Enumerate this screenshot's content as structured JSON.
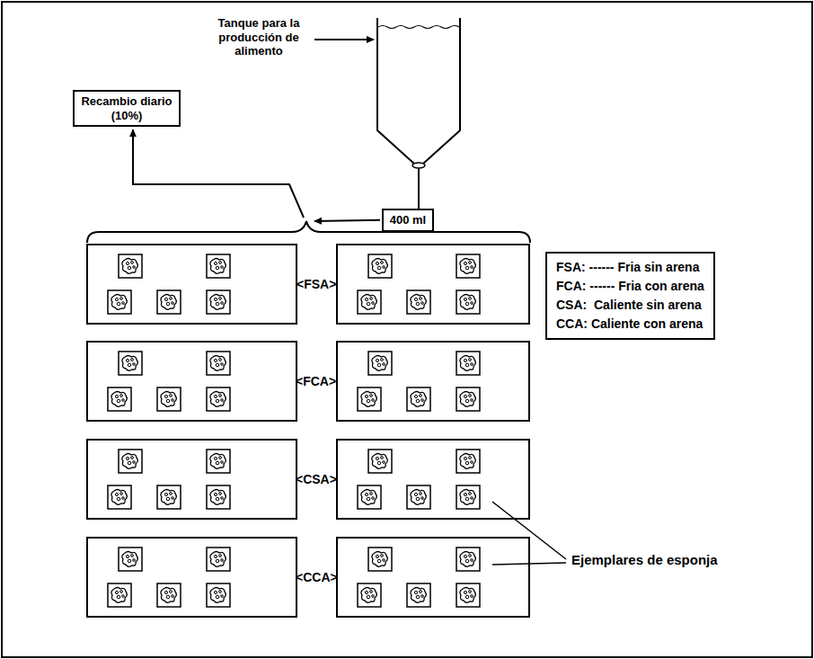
{
  "diagram": {
    "nodes": [
      {
        "text": [
          "Recambio diario (10%)"
        ]
      },
      {
        "text": [
          "400 ml"
        ]
      }
    ],
    "labels": [
      "Tanque para la producción de alimento",
      "<FSA>",
      "<FCA>",
      "<CSA>",
      "<CCA>",
      "Ejemplares de esponja"
    ],
    "legend": [
      {
        "text": "FSA: ------ Fria sin arena"
      },
      {
        "text": "FCA: ------ Fria con arena"
      },
      {
        "text": "CSA:  Caliente sin arena"
      },
      {
        "text": "CCA: Caliente con arena"
      }
    ]
  }
}
